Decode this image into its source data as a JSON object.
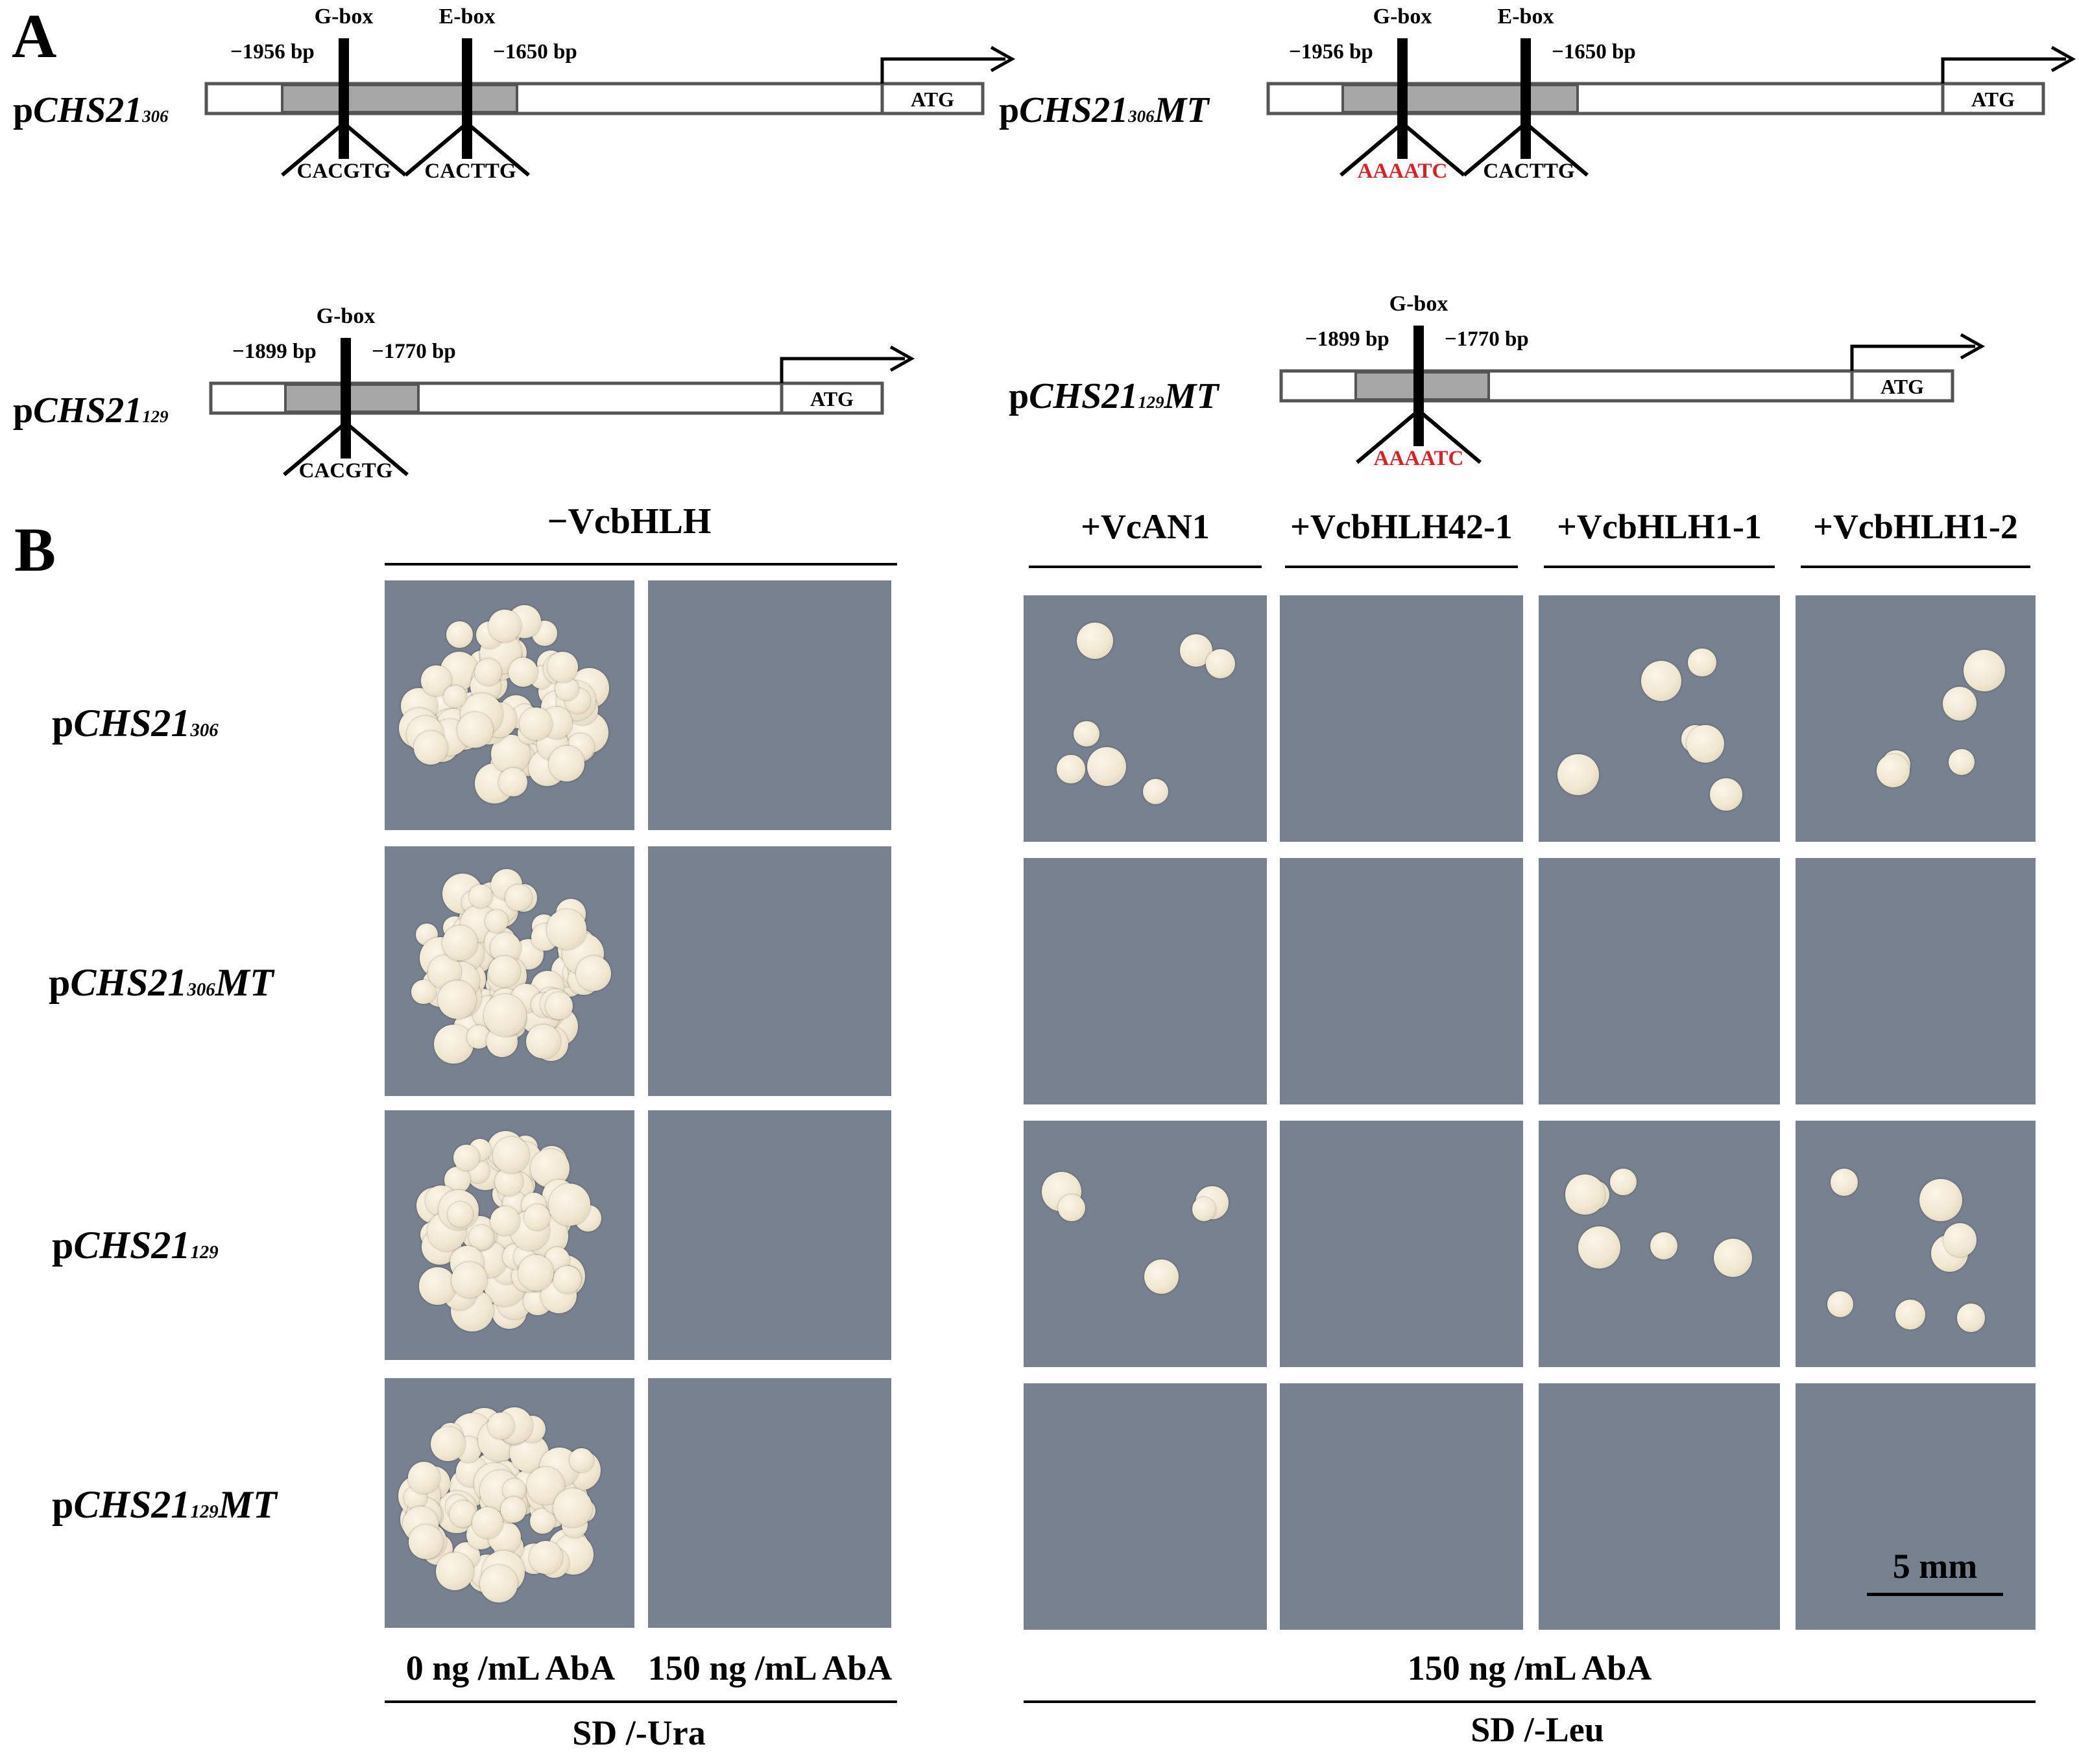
{
  "panel_a": {
    "panel_label": "A",
    "constructs": [
      {
        "name_prefix": "p",
        "name_gene": "CHS21",
        "name_sub": "306",
        "name_suffix": "",
        "motif_left_name": "G-box",
        "motif_right_name": "E-box",
        "pos_left": "−1956 bp",
        "pos_right": "−1650 bp",
        "seq_left": "CACGTG",
        "seq_right": "CACTTG",
        "seq_left_mutated": false,
        "start": "ATG"
      },
      {
        "name_prefix": "p",
        "name_gene": "CHS21",
        "name_sub": "306",
        "name_suffix": "MT",
        "motif_left_name": "G-box",
        "motif_right_name": "E-box",
        "pos_left": "−1956 bp",
        "pos_right": "−1650 bp",
        "seq_left": "AAAATC",
        "seq_right": "CACTTG",
        "seq_left_mutated": true,
        "start": "ATG"
      },
      {
        "name_prefix": "p",
        "name_gene": "CHS21",
        "name_sub": "129",
        "name_suffix": "",
        "motif_left_name": "G-box",
        "pos_left": "−1899 bp",
        "pos_right": "−1770 bp",
        "seq_left": "CACGTG",
        "seq_left_mutated": false,
        "start": "ATG"
      },
      {
        "name_prefix": "p",
        "name_gene": "CHS21",
        "name_sub": "129",
        "name_suffix": "MT",
        "motif_left_name": "G-box",
        "pos_left": "−1899 bp",
        "pos_right": "−1770 bp",
        "seq_left": "AAAATC",
        "seq_left_mutated": true,
        "start": "ATG"
      }
    ]
  },
  "panel_b": {
    "panel_label": "B",
    "left_group_header": "−VcbHLH",
    "right_group_headers": [
      "+VcAN1",
      "+VcbHLH42-1",
      "+VcbHLH1-1",
      "+VcbHLH1-2"
    ],
    "rows": [
      {
        "prefix": "p",
        "gene": "CHS21",
        "sub": "306",
        "suffix": ""
      },
      {
        "prefix": "p",
        "gene": "CHS21",
        "sub": "306",
        "suffix": "MT"
      },
      {
        "prefix": "p",
        "gene": "CHS21",
        "sub": "129",
        "suffix": ""
      },
      {
        "prefix": "p",
        "gene": "CHS21",
        "sub": "129",
        "suffix": "MT"
      }
    ],
    "left_conditions": [
      "0 ng /mL AbA",
      "150 ng /mL AbA"
    ],
    "left_medium": "SD /-Ura",
    "right_condition": "150 ng /mL AbA",
    "right_medium": "SD /-Leu",
    "scale_bar": "5 mm",
    "growth": {
      "left_0_ng": [
        true,
        true,
        true,
        true
      ],
      "left_150_ng": [
        false,
        false,
        false,
        false
      ],
      "VcAN1": [
        true,
        false,
        true,
        false
      ],
      "VcbHLH42-1": [
        false,
        false,
        false,
        false
      ],
      "VcbHLH1-1": [
        true,
        false,
        true,
        false
      ],
      "VcbHLH1-2": [
        true,
        false,
        true,
        false
      ]
    }
  },
  "colors": {
    "plate": "#788190",
    "colony": "#f1e7d2",
    "mutated_sequence": "#e02020",
    "region": "#a6a6a6"
  }
}
